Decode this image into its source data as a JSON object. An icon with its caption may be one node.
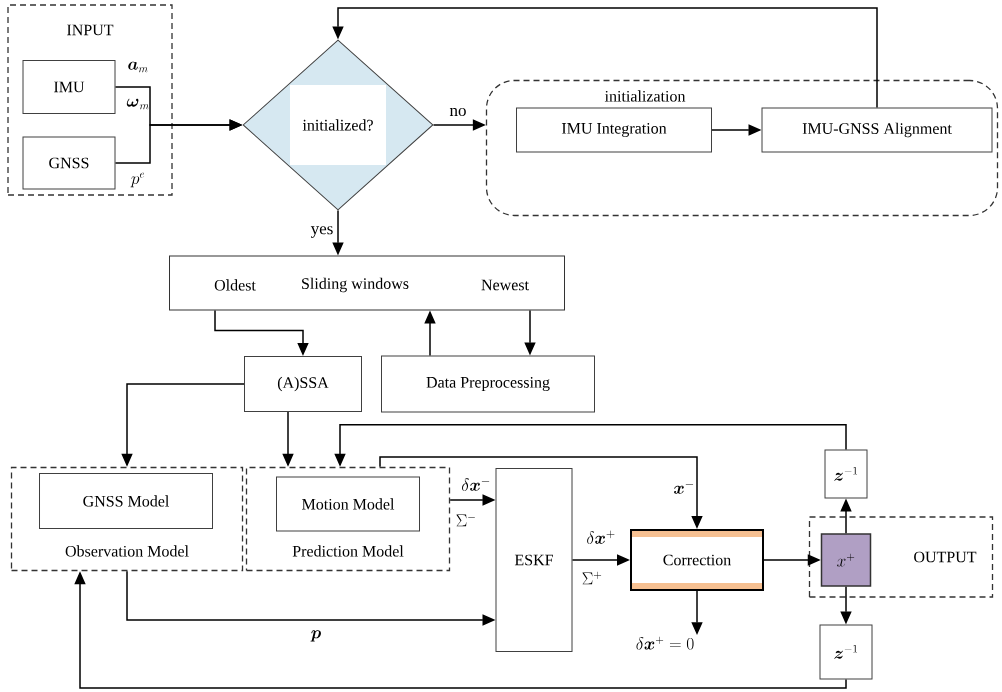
{
  "diagram": {
    "nodes": [
      {
        "text": [
          "INPUT"
        ]
      },
      {
        "text": [
          "IMU"
        ],
        "in": 0
      },
      {
        "text": [
          "GNSS"
        ],
        "in": 0
      },
      {
        "text": [
          "initialized?"
        ]
      },
      {
        "text": [
          "initialization"
        ]
      },
      {
        "text": [
          "IMU Integration"
        ],
        "in": 4
      },
      {
        "text": [
          "IMU-GNSS Alignment"
        ],
        "in": 4
      },
      {
        "text": [
          "Oldest",
          "Sliding windows",
          "Newest"
        ]
      },
      {
        "text": [
          "(A)SSA"
        ]
      },
      {
        "text": [
          "Data Preprocessing"
        ]
      },
      {
        "text": [
          "Observation Model"
        ]
      },
      {
        "text": [
          "GNSS Model"
        ],
        "in": 10
      },
      {
        "text": [
          "Prediction Model"
        ]
      },
      {
        "text": [
          "Motion Model"
        ],
        "in": 12
      },
      {
        "text": [
          "ESKF"
        ]
      },
      {
        "text": [
          "Correction"
        ]
      },
      {
        "text": [
          "OUTPUT"
        ]
      },
      {
        "text": [
          "x^+"
        ],
        "in": 16
      },
      {
        "text": [
          "\\boldsymbol{z}^{-1}"
        ]
      },
      {
        "text": [
          "\\boldsymbol{z}^{-1}"
        ]
      },
      {
        "text": [
          "\\delta\\boldsymbol{x}^+ = 0"
        ]
      }
    ],
    "edges": [
      {
        "from": 1,
        "to": 3,
        "arrow": "to"
      },
      {
        "from": 2,
        "to": 3,
        "arrow": "to"
      },
      {
        "from": 3,
        "to": 4,
        "arrow": "to",
        "label": "no"
      },
      {
        "from": 5,
        "to": 6,
        "arrow": "to"
      },
      {
        "from": 6,
        "to": 3,
        "arrow": "to"
      },
      {
        "from": 3,
        "to": 7,
        "arrow": "to",
        "label": "yes"
      },
      {
        "from": 7,
        "to": 8,
        "arrow": "to"
      },
      {
        "from": 9,
        "to": 7,
        "arrow": "to"
      },
      {
        "from": 7,
        "to": 9,
        "arrow": "to"
      },
      {
        "from": 8,
        "to": 10,
        "arrow": "to"
      },
      {
        "from": 8,
        "to": 12,
        "arrow": "to"
      },
      {
        "from": 18,
        "to": 12,
        "arrow": "to"
      },
      {
        "from": 12,
        "to": 15,
        "arrow": "to",
        "label": "\\boldsymbol{x}^-"
      },
      {
        "from": 12,
        "to": 14,
        "arrow": "to",
        "label": "\\delta\\boldsymbol{x}^-"
      },
      {
        "from": 10,
        "to": 14,
        "arrow": "to",
        "label": "\\boldsymbol{p}"
      },
      {
        "from": 14,
        "to": 15,
        "arrow": "to",
        "label": "\\delta\\boldsymbol{x}^+"
      },
      {
        "from": 15,
        "to": 17,
        "arrow": "to"
      },
      {
        "from": 17,
        "to": 18,
        "arrow": "to"
      },
      {
        "from": 17,
        "to": 19,
        "arrow": "to"
      },
      {
        "from": 19,
        "to": 10,
        "arrow": "to"
      },
      {
        "from": 15,
        "to": 20,
        "arrow": "to"
      }
    ],
    "labels": [
      "\\boldsymbol{a}_m",
      "\\boldsymbol{\\omega}_m",
      "p^e",
      "\\Sigma^-",
      "\\Sigma^+"
    ]
  }
}
